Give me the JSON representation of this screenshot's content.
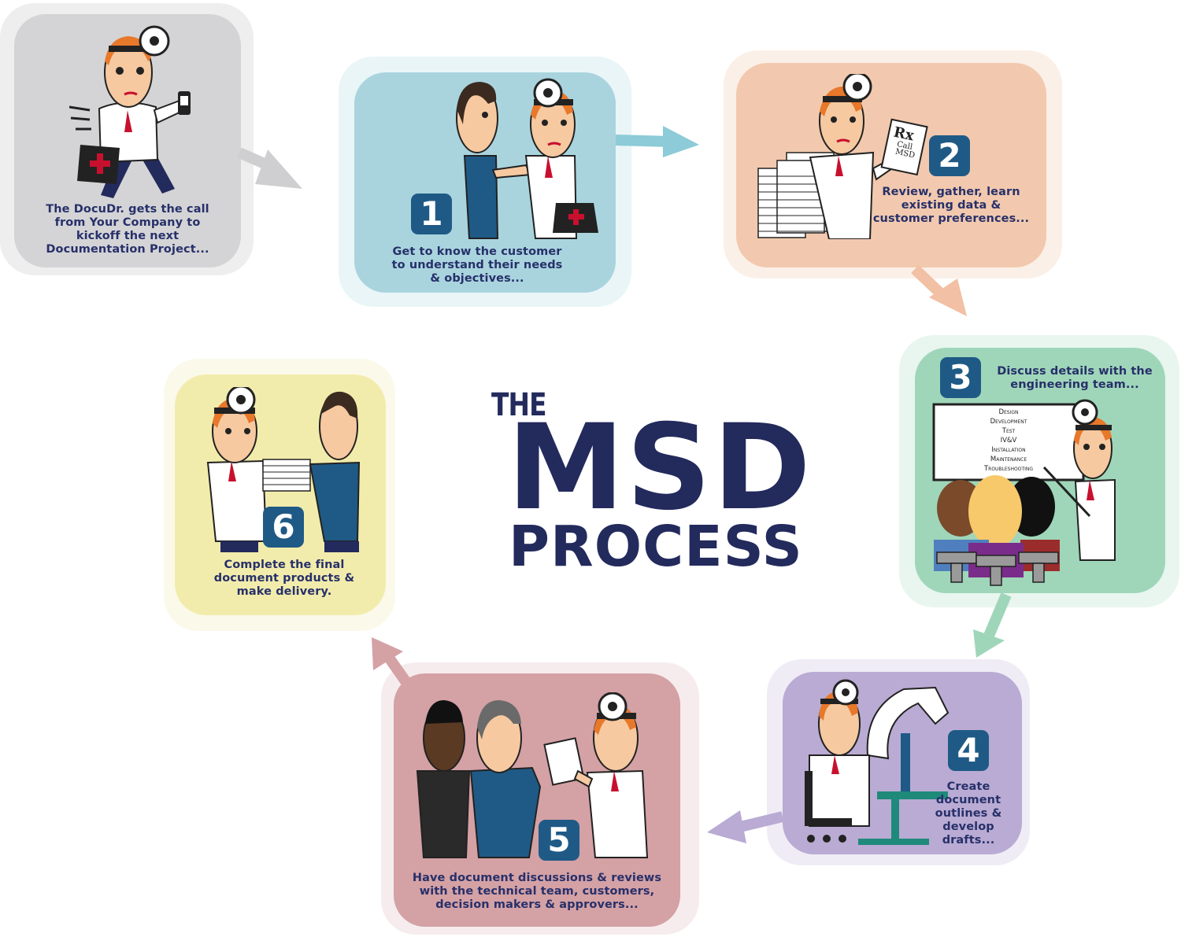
{
  "title": {
    "the": "THE",
    "main": "MSD",
    "sub": "PROCESS"
  },
  "colors": {
    "navy": "#232a5c",
    "badge": "#1f5a86",
    "step0": "#d4d4d6",
    "step1": "#a9d4de",
    "step2": "#f2c9ae",
    "step3": "#9fd6b9",
    "step4": "#b9abd3",
    "step5": "#d4a1a5",
    "step6": "#f2ecac"
  },
  "steps": [
    {
      "number": "",
      "caption": "The DocuDr. gets the call\nfrom Your Company to\nkickoff the next\nDocumentation Project..."
    },
    {
      "number": "1",
      "caption": "Get to know the customer\nto understand their needs\n& objectives..."
    },
    {
      "number": "2",
      "caption": "Review, gather, learn\nexisting data &\ncustomer preferences..."
    },
    {
      "number": "3",
      "caption": "Discuss details with the\nengineering team..."
    },
    {
      "number": "4",
      "caption": "Create\ndocument\noutlines &\ndevelop\ndrafts..."
    },
    {
      "number": "5",
      "caption": "Have document discussions & reviews\nwith the technical team, customers,\ndecision makers & approvers..."
    },
    {
      "number": "6",
      "caption": "Complete the final\ndocument products &\nmake delivery."
    }
  ],
  "whiteboard": [
    "Design",
    "Development",
    "Test",
    "IV&V",
    "Installation",
    "Maintenance",
    "Troubleshooting"
  ],
  "rx_note": {
    "rx": "Rx",
    "line1": "Call",
    "line2": "MSD"
  },
  "icons": [
    "doctor-icon",
    "phone-icon",
    "medical-bag-icon",
    "handshake-icon",
    "paper-stack-icon",
    "whiteboard-icon",
    "computer-icon",
    "document-icon"
  ]
}
